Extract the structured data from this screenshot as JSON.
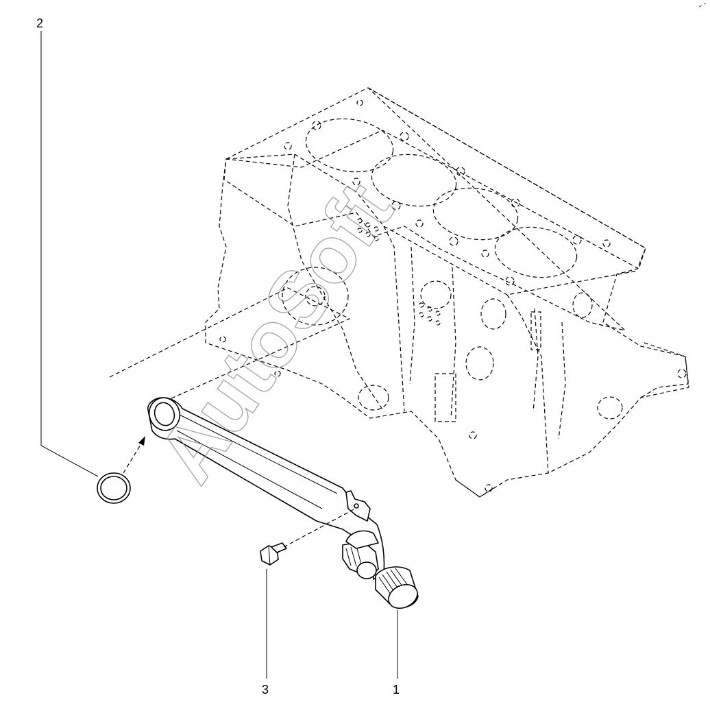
{
  "callouts": [
    {
      "id": "part-1",
      "label": "1"
    },
    {
      "id": "part-2",
      "label": "2"
    },
    {
      "id": "part-3",
      "label": "3"
    }
  ],
  "watermark": "AutoSoft",
  "colors": {
    "line": "#000000",
    "background": "#ffffff",
    "watermark": "#8a8a8a"
  }
}
